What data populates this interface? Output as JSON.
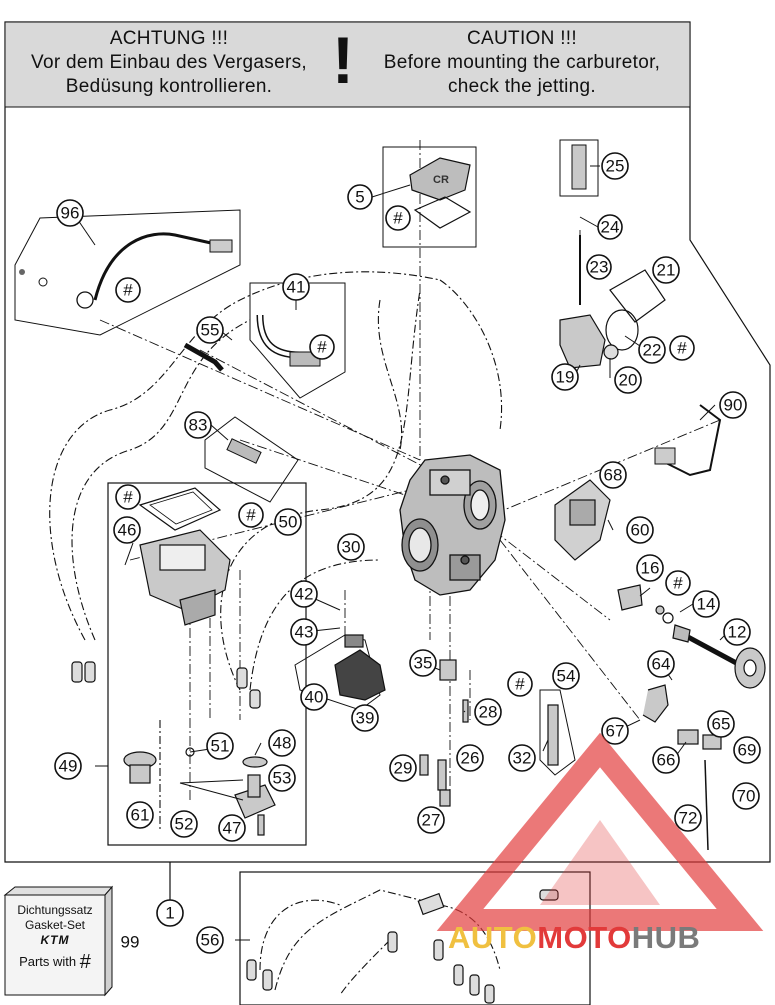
{
  "banner": {
    "de_title": "ACHTUNG !!!",
    "de_line1": "Vor dem Einbau des Vergasers,",
    "de_line2": "Bedüsung kontrollieren.",
    "exclaim": "!",
    "en_title": "CAUTION !!!",
    "en_line1": "Before mounting the carburetor,",
    "en_line2": "check the jetting."
  },
  "diaphragm_cover_text": "CR",
  "callouts": [
    "5",
    "96",
    "41",
    "55",
    "83",
    "46",
    "50",
    "30",
    "25",
    "24",
    "23",
    "21",
    "22",
    "19",
    "20",
    "90",
    "68",
    "60",
    "16",
    "14",
    "12",
    "42",
    "43",
    "40",
    "39",
    "35",
    "54",
    "28",
    "32",
    "26",
    "29",
    "27",
    "49",
    "51",
    "48",
    "53",
    "61",
    "52",
    "47",
    "64",
    "67",
    "65",
    "66",
    "69",
    "70",
    "72",
    "1",
    "56",
    "99"
  ],
  "gasket_labels": [
    "#",
    "#",
    "#",
    "#",
    "#",
    "#",
    "#",
    "#"
  ],
  "gasket_box": {
    "line1": "Dichtungssatz",
    "line2": "Gasket-Set",
    "brand": "KTM",
    "line3": "Parts with",
    "symbol": "#"
  },
  "watermark": {
    "part1": "AUTO",
    "part2": "MOTO",
    "part3": "HUB",
    "color_red": "#e23a3a",
    "color_gold": "#f0c040",
    "color_gray": "#7a7a7a"
  }
}
